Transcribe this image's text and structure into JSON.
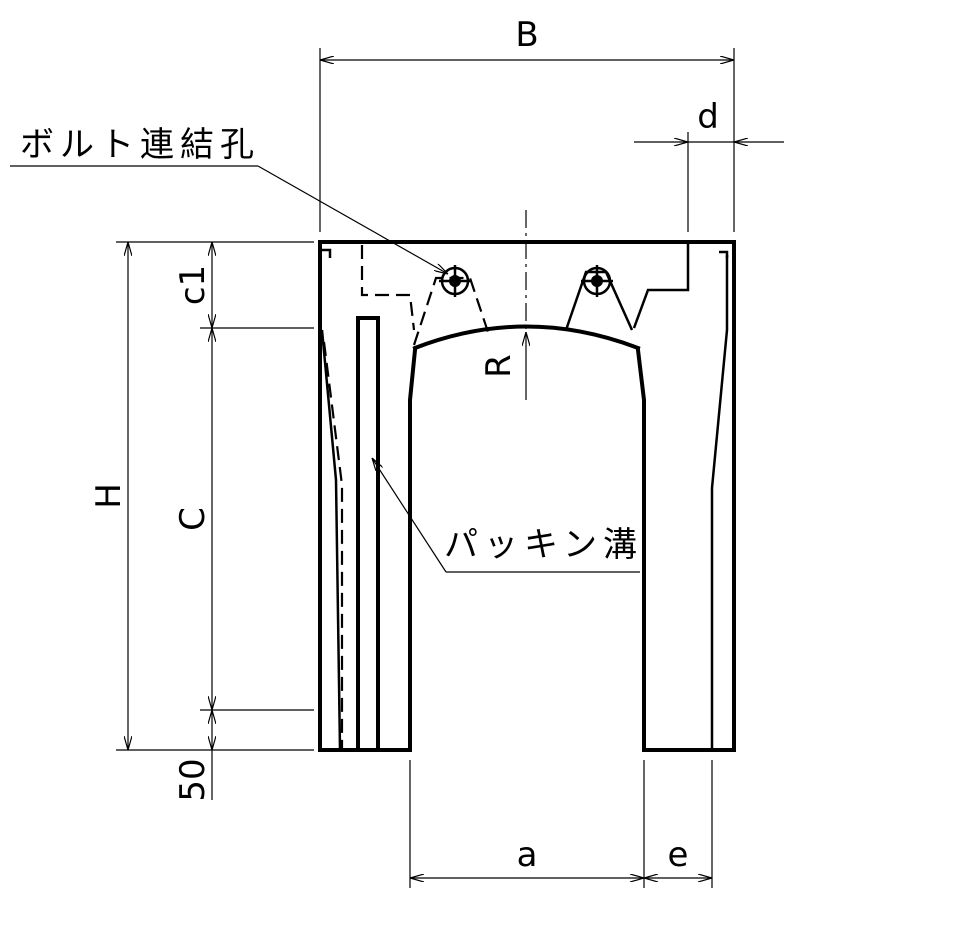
{
  "drawing": {
    "labels": {
      "B": "B",
      "d": "d",
      "H": "H",
      "c1": "c1",
      "C": "C",
      "R": "R",
      "fifty": "50",
      "a": "a",
      "e": "e"
    },
    "annotations": {
      "bolt_hole": "ボルト連結孔",
      "packing_groove": "パッキン溝"
    }
  }
}
